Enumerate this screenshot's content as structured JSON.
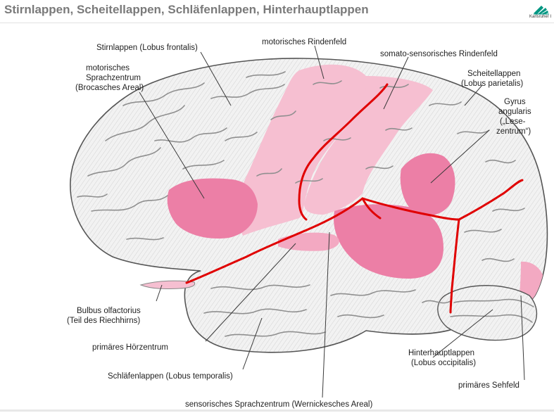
{
  "title": "Stirnlappen, Scheitellappen, Schläfenlappen,  Hinterhauptlappen",
  "logo": {
    "text": "Karlsruher I",
    "icon": "kit-logo-icon"
  },
  "colors": {
    "title": "#7a7a7a",
    "highlight_strong": "#ec7fa6",
    "highlight_light": "#f6bfd1",
    "boundary": "#e00000",
    "brain": "#efefef",
    "sulcus": "#9a9a9a"
  },
  "labels": {
    "stirnlappen": "Stirnlappen (Lobus frontalis)",
    "motorisches_rindenfeld": "motorisches Rindenfeld",
    "somato": "somato-sensorisches Rindenfeld",
    "broca": [
      "motorisches",
      "Sprachzentrum",
      "(Brocasches Areal)"
    ],
    "scheitellappen": [
      "Scheitellappen",
      "(Lobus parietalis)"
    ],
    "gyrus": [
      "Gyrus",
      "angularis",
      "(„Lese-",
      "zentrum“)"
    ],
    "bulbus": [
      "Bulbus olfactorius",
      "(Teil des Riechhirns)"
    ],
    "hoerzentrum": "primäres Hörzentrum",
    "schlaefenlappen": "Schläfenlappen (Lobus temporalis)",
    "hinterhauptlappen": [
      "Hinterhauptlappen",
      "(Lobus occipitalis)"
    ],
    "sehfeld": "primäres Sehfeld",
    "wernicke": "sensorisches Sprachzentrum (Wernickesches Areal)"
  }
}
